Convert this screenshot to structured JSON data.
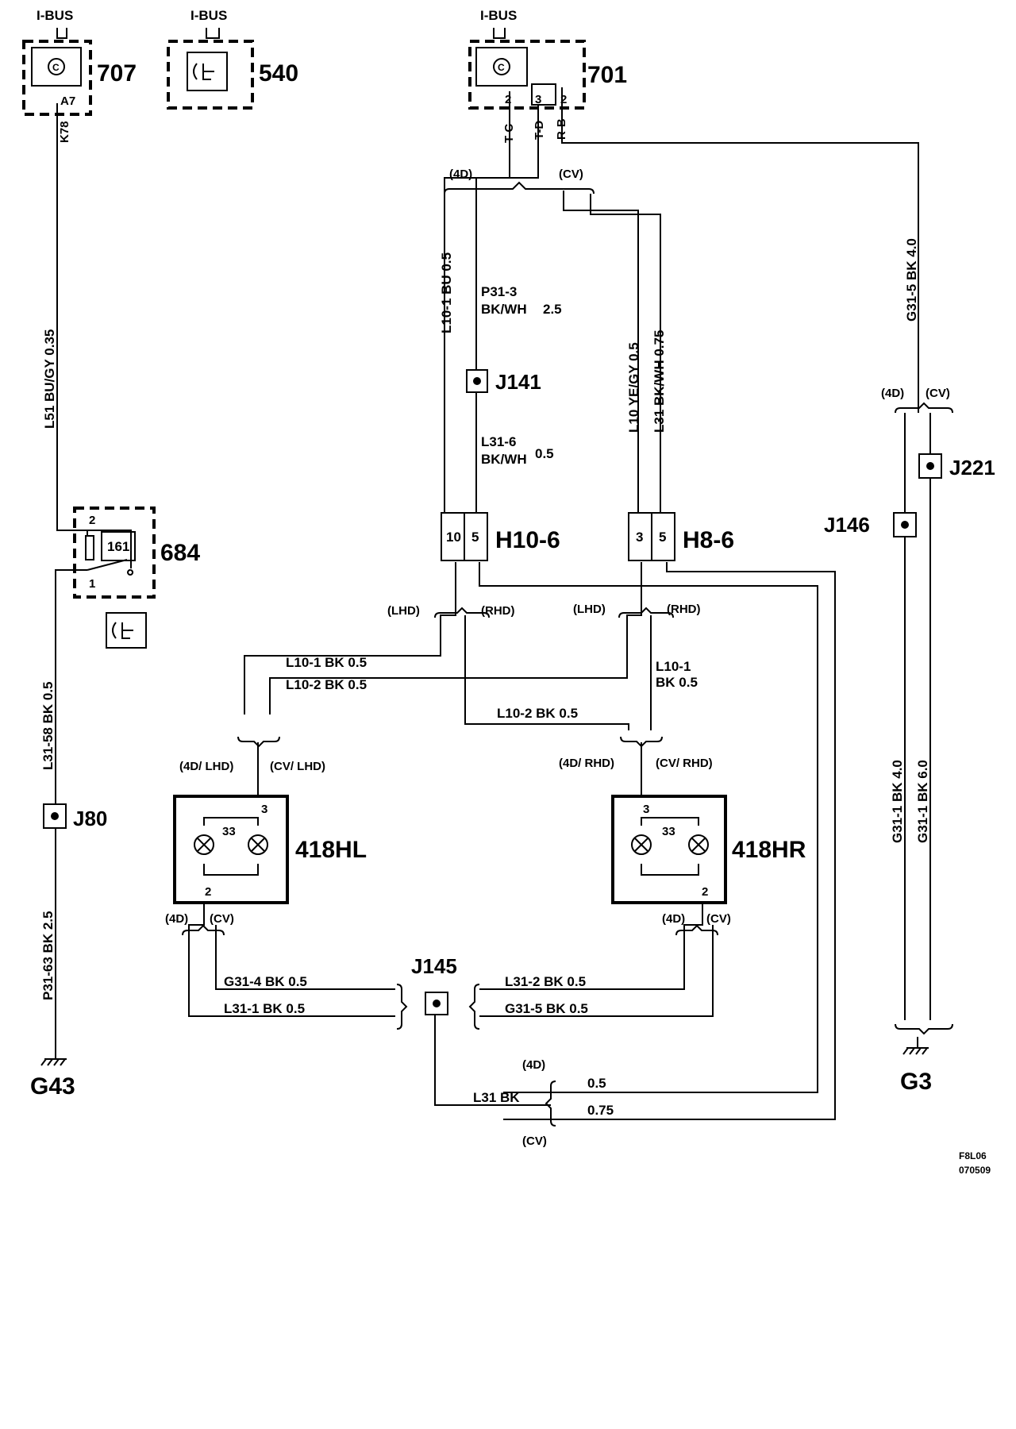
{
  "components": {
    "c707": {
      "label": "707",
      "pin": "A7",
      "bus": "I-BUS"
    },
    "c540": {
      "label": "540",
      "bus": "I-BUS"
    },
    "c701": {
      "label": "701",
      "bus": "I-BUS",
      "pins": [
        "2",
        "3",
        "2"
      ],
      "pin_labels": [
        "T-C",
        "T-D",
        "R-B"
      ]
    },
    "c684": {
      "label": "684",
      "inner": "161",
      "pin1": "1",
      "pin2": "2"
    },
    "h10": {
      "label": "H10-6",
      "pins": [
        "10",
        "5"
      ]
    },
    "h8": {
      "label": "H8-6",
      "pins": [
        "3",
        "5"
      ]
    },
    "lamp_l": {
      "label": "418HL",
      "bulb": "33",
      "pin_a": "3",
      "pin_b": "2"
    },
    "lamp_r": {
      "label": "418HR",
      "bulb": "33",
      "pin_a": "3",
      "pin_b": "2"
    }
  },
  "splices": {
    "j141": "J141",
    "j80": "J80",
    "j221": "J221",
    "j146": "J146",
    "j145": "J145"
  },
  "grounds": {
    "g43": "G43",
    "g3": "G3"
  },
  "variants": {
    "d4": "(4D)",
    "cv": "(CV)",
    "lhd": "(LHD)",
    "rhd": "(RHD)",
    "d4_lhd": "(4D/ LHD)",
    "cv_lhd": "(CV/ LHD)",
    "d4_rhd": "(4D/ RHD)",
    "cv_rhd": "(CV/ RHD)"
  },
  "wires": {
    "k78": "K78",
    "l51": "L51 BU/GY  0.35",
    "l31_58": "L31-58  BK  0.5",
    "p31_63": "P31-63  BK  2.5",
    "l10_1_vert": "L10-1  BU 0.5",
    "p31_3_a": "P31-3",
    "p31_3_b": "BK/WH",
    "p31_3_c": "2.5",
    "l31_6_a": "L31-6",
    "l31_6_b": "BK/WH",
    "l31_6_c": "0.5",
    "l10_yegy": "L10  YE/GY  0.5",
    "l31_bkwh": "L31  BK/WH  0.75",
    "g31_5_vert": "G31-5  BK 4.0",
    "g31_1_a": "G31-1   BK 4.0",
    "g31_1_b": "G31-1   BK  6.0",
    "l10_1_bk": "L10-1  BK   0.5",
    "l10_2_bk": "L10-2  BK   0.5",
    "l10_2_mid": "L10-2   BK   0.5",
    "l10_1_r_a": "L10-1",
    "l10_1_r_b": "BK 0.5",
    "g31_4": "G31-4  BK  0.5",
    "l31_1": "L31-1 BK   0.5",
    "l31_2": "L31-2  BK  0.5",
    "g31_5": "G31-5  BK  0.5",
    "l31_bk": "L31   BK",
    "v05": "0.5",
    "v075": "0.75"
  },
  "footer": {
    "code": "F8L06",
    "date": "070509"
  }
}
